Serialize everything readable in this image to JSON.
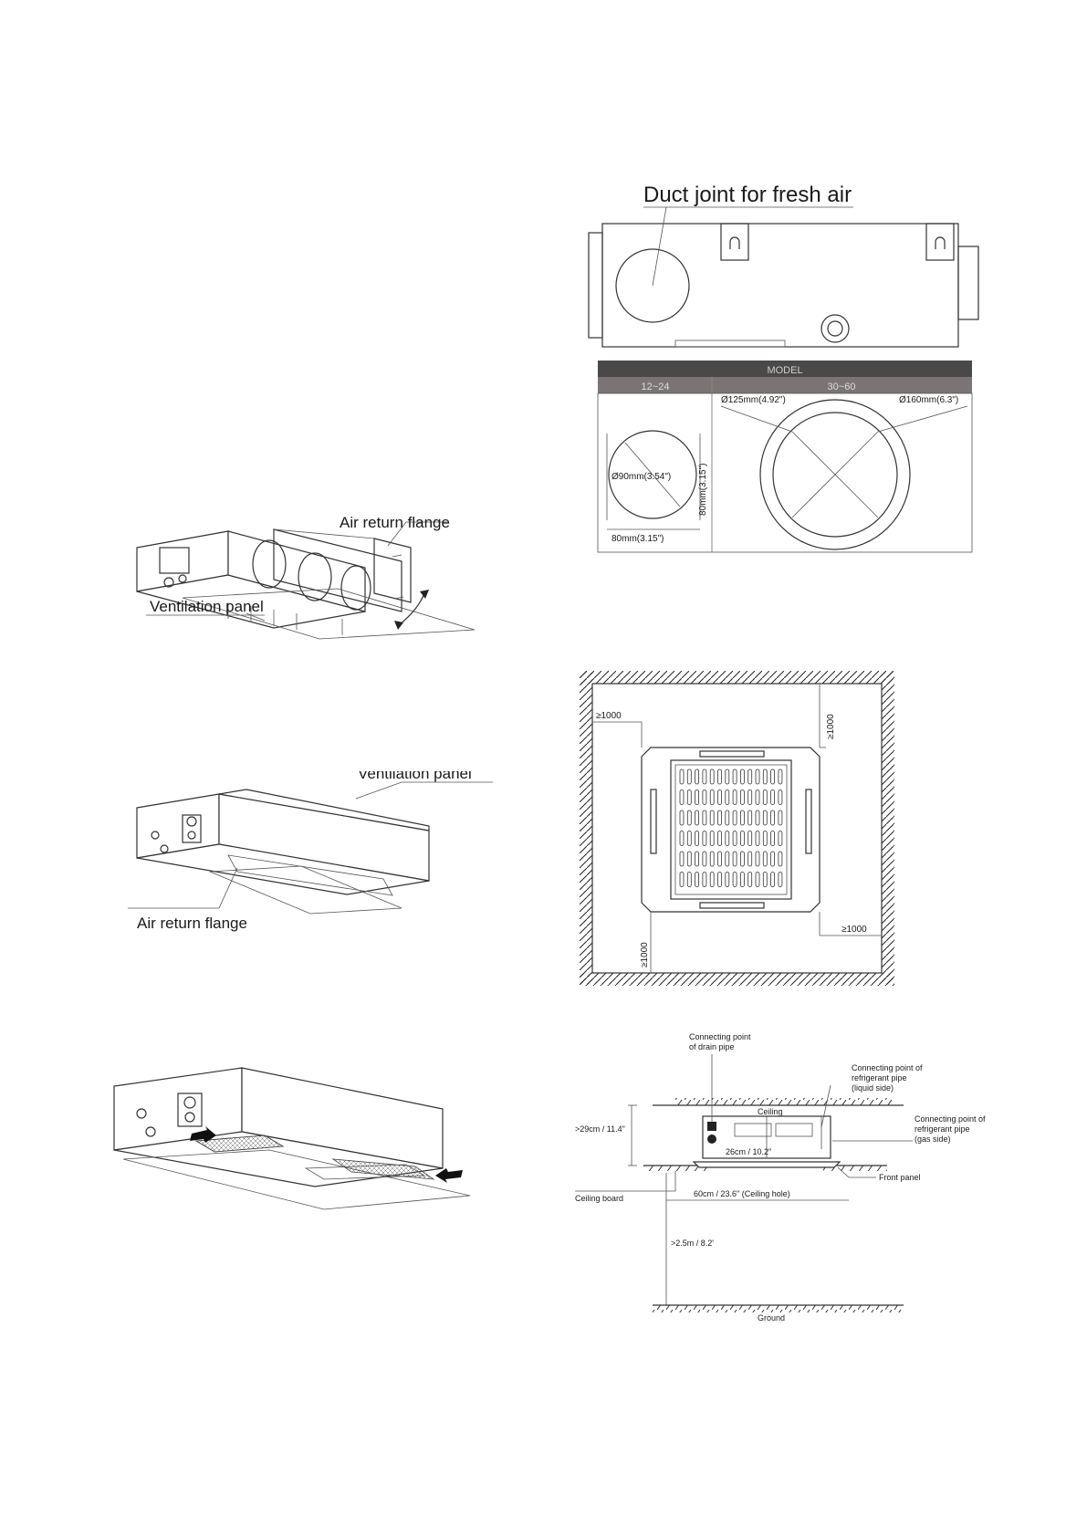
{
  "fig1": {
    "flange_label": "Air return flange",
    "panel_label": "Ventilation panel"
  },
  "fig2": {
    "panel_label": "Ventilation panel",
    "flange_label": "Air return flange"
  },
  "fig3": {},
  "fig4": {
    "title": "Duct joint for fresh air",
    "table_header": "MODEL",
    "col_small": "12~24",
    "col_large": "30~60",
    "dim_d_small": "Ø90mm(3.54\")",
    "dim_w_small": "80mm(3.15\")",
    "dim_h_small": "80mm(3.15\")",
    "dim_d_inner": "Ø125mm(4.92\")",
    "dim_d_outer": "Ø160mm(6.3\")"
  },
  "fig5": {
    "clearance_left": "≥1000",
    "clearance_top": "≥1000",
    "clearance_right": "≥1000",
    "clearance_bottom": "≥1000"
  },
  "fig6": {
    "drain_label_1": "Connecting point",
    "drain_label_2": "of drain pipe",
    "liquid_label_1": "Connecting point of",
    "liquid_label_2": "refrigerant pipe",
    "liquid_label_3": "(liquid side)",
    "gas_label_1": "Connecting point of",
    "gas_label_2": "refrigerant pipe",
    "gas_label_3": "(gas side)",
    "ceiling_label": "Ceiling",
    "height_label": ">29cm / 11.4\"",
    "unit_height_label": "26cm / 10.2\"",
    "ceiling_board_label": "Ceiling board",
    "front_panel_label": "Front panel",
    "ceiling_hole_label": "60cm / 23.6\" (Ceiling hole)",
    "floor_height_label": ">2.5m / 8.2'",
    "ground_label": "Ground"
  }
}
